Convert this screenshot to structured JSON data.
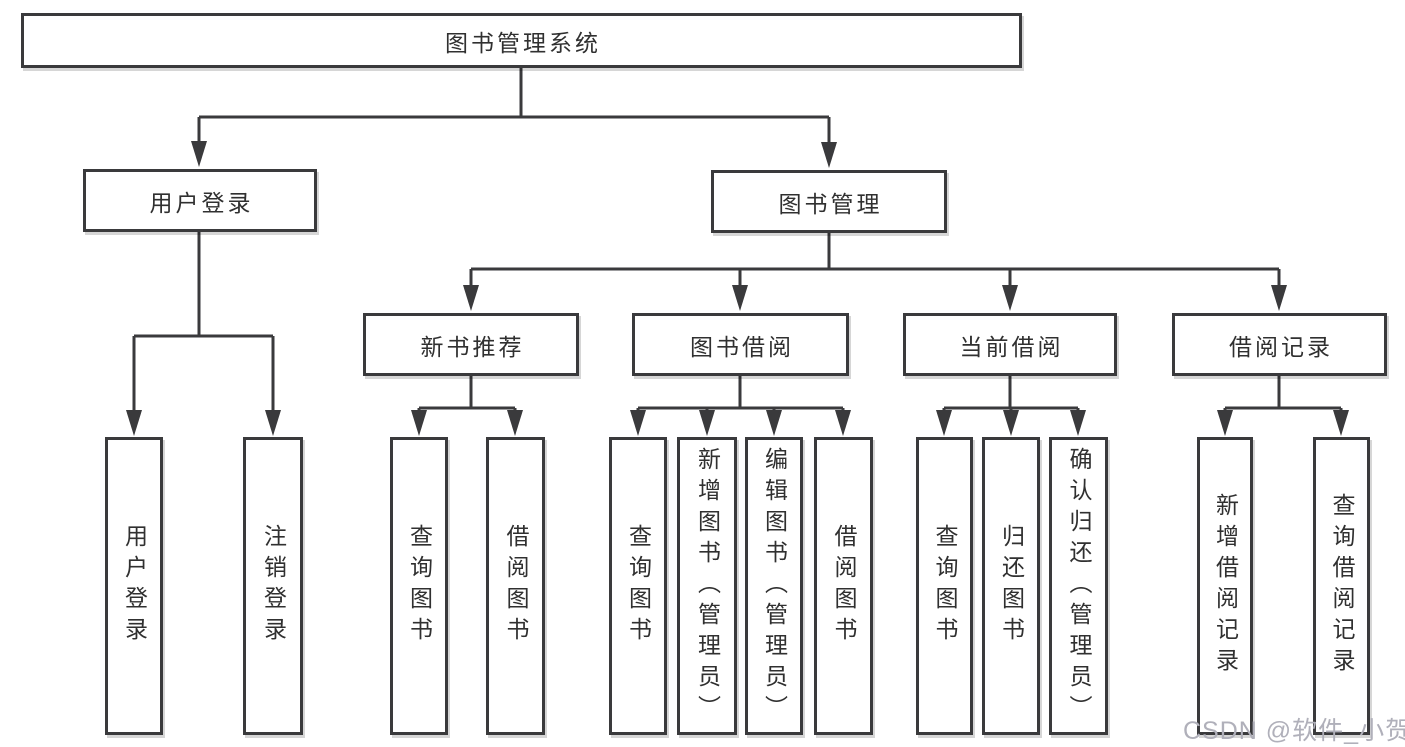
{
  "tree": {
    "root": {
      "label": "图书管理系统",
      "children": [
        {
          "label": "用户登录",
          "children": [
            {
              "label": "用户登录"
            },
            {
              "label": "注销登录"
            }
          ]
        },
        {
          "label": "图书管理",
          "children": [
            {
              "label": "新书推荐",
              "children": [
                {
                  "label": "查询图书"
                },
                {
                  "label": "借阅图书"
                }
              ]
            },
            {
              "label": "图书借阅",
              "children": [
                {
                  "label": "查询图书"
                },
                {
                  "label": "新增图书（管理员）"
                },
                {
                  "label": "编辑图书（管理员）"
                },
                {
                  "label": "借阅图书"
                }
              ]
            },
            {
              "label": "当前借阅",
              "children": [
                {
                  "label": "查询图书"
                },
                {
                  "label": "归还图书"
                },
                {
                  "label": "确认归还（管理员）"
                }
              ]
            },
            {
              "label": "借阅记录",
              "children": [
                {
                  "label": "新增借阅记录"
                },
                {
                  "label": "查询借阅记录"
                }
              ]
            }
          ]
        }
      ]
    }
  },
  "watermark": "CSDN @软件_小贺同学",
  "colors": {
    "line": "#3a3a3c",
    "text": "#303030",
    "box_background": "#ffffff",
    "page_background": "#ffffff",
    "watermark": "#b0b0ba"
  }
}
